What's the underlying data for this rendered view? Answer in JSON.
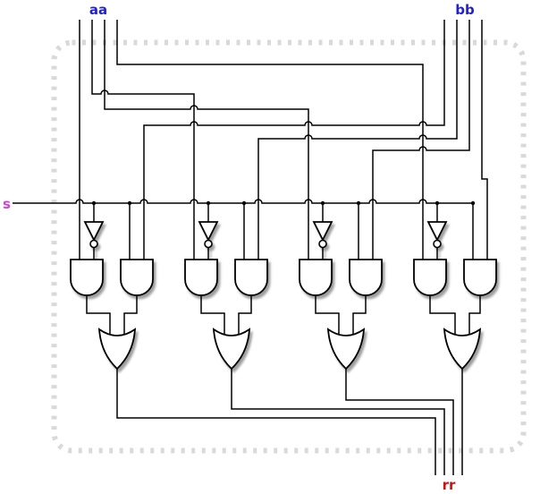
{
  "diagram": {
    "type": "logic-circuit-schematic",
    "labels": {
      "input_a": "aa",
      "input_b": "bb",
      "select": "s",
      "output": "rr"
    },
    "buses": {
      "input_a_bits": 4,
      "input_b_bits": 4,
      "output_bits": 4
    },
    "gates": {
      "and": 8,
      "or": 4,
      "not": 4
    },
    "colors": {
      "input_label": "#2222cc",
      "select_label": "#cc44cc",
      "output_label": "#cc1111",
      "wire": "#000000",
      "gate_fill": "#ffffff",
      "boundary": "#d9d9d9",
      "background": "#ffffff"
    }
  }
}
